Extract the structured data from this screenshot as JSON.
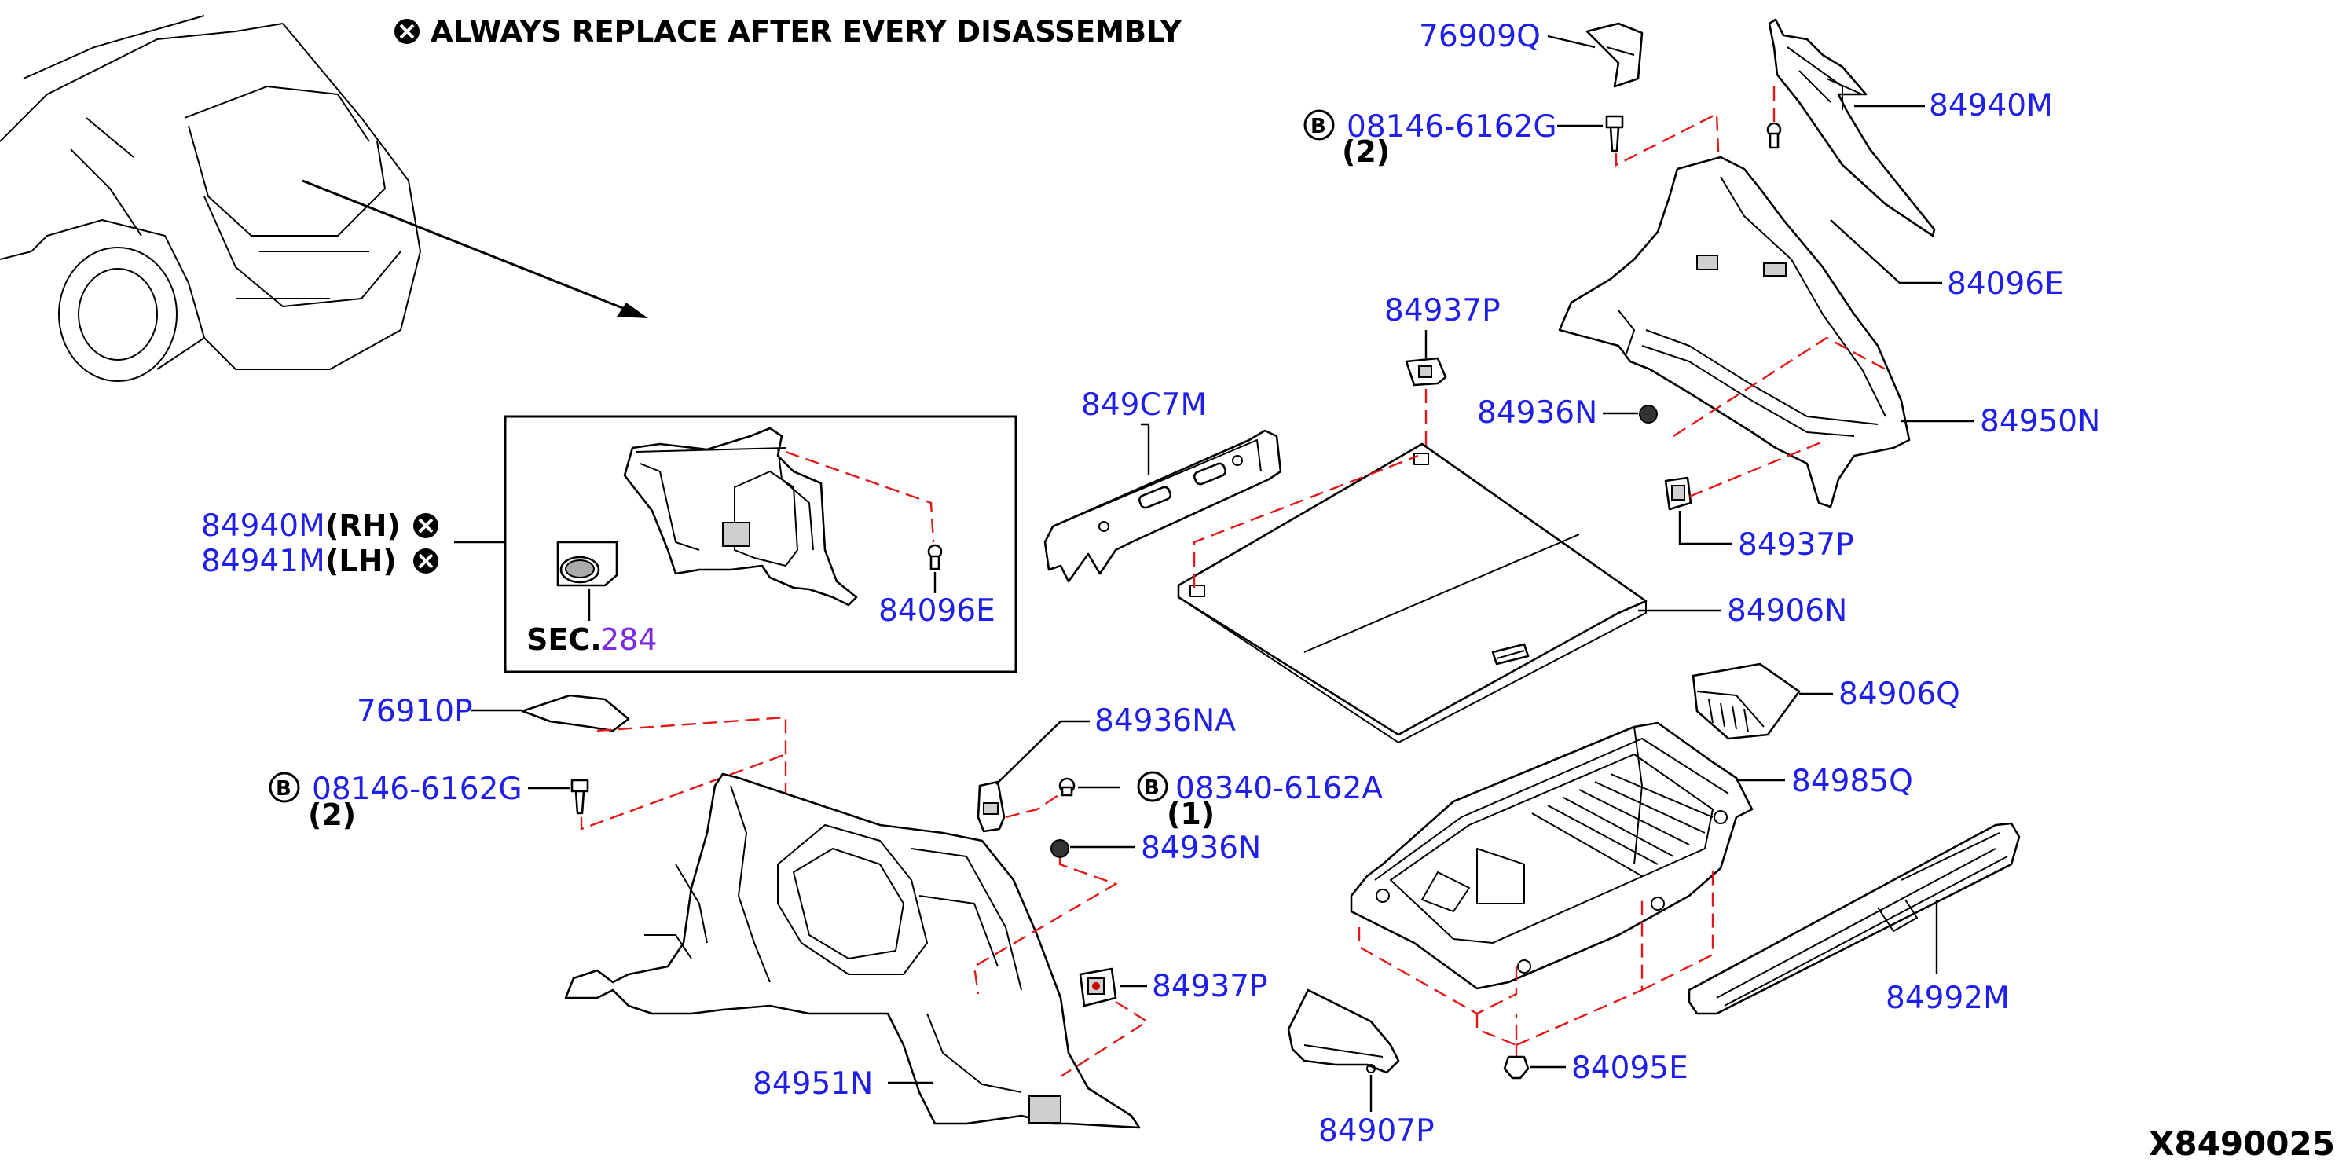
{
  "header": {
    "note": "ALWAYS REPLACE AFTER EVERY DISASSEMBLY"
  },
  "diagram_code": "X8490025",
  "section_ref": {
    "prefix": "SEC.",
    "number": "284"
  },
  "colors": {
    "part_number": "#1f1fe8",
    "dashed_line": "#e01818",
    "section_number": "#7a2ae0",
    "ink": "#000000"
  },
  "symbols": {
    "replace": "x-circle-icon",
    "bolt_b": "B"
  },
  "labels": {
    "p76909Q": "76909Q",
    "p08146_top": "08146-6162G",
    "qty_top": "(2)",
    "p84940M_top": "84940M",
    "p84096E_top": "84096E",
    "p84937P_mid": "84937P",
    "p849C7M": "849C7M",
    "p84936N_top": "84936N",
    "p84950N": "84950N",
    "p84937P_right": "84937P",
    "p84940M_rh": "84940M",
    "rh": "(RH)",
    "p84941M_lh": "84941M",
    "lh": "(LH)",
    "p84096E_box": "84096E",
    "p84906N": "84906N",
    "p76910P": "76910P",
    "p84936NA": "84936NA",
    "p08146_left": "08146-6162G",
    "qty_left": "(2)",
    "p08340": "08340-6162A",
    "qty_08340": "(1)",
    "p84936N_low": "84936N",
    "p84906Q": "84906Q",
    "p84985Q": "84985Q",
    "p84937P_low": "84937P",
    "p84992M": "84992M",
    "p84951N": "84951N",
    "p84095E": "84095E",
    "p84907P": "84907P"
  }
}
